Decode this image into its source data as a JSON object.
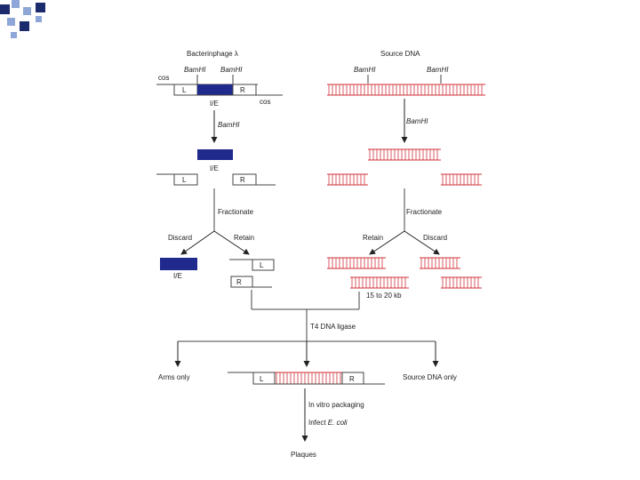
{
  "colors": {
    "vector_blue": "#1f2a8c",
    "dna_red": "#d0303a",
    "line": "#444444",
    "arrow": "#222222",
    "deco_navy": "#1c2a6e",
    "deco_lightblue": "#8fa6d8"
  },
  "labels": {
    "lambda_title": "Bacterinphage λ",
    "source_title": "Source DNA",
    "bamhi_left_1": "BamHI",
    "bamhi_left_2": "BamHI",
    "bamhi_src_1": "BamHI",
    "bamhi_src_2": "BamHI",
    "cos_left": "cos",
    "cos_right": "cos",
    "arm_L_1": "L",
    "arm_R_1": "R",
    "ie_1": "I/E",
    "digest": "BamHI",
    "ie_2": "I/E",
    "arm_L_2": "L",
    "arm_R_2": "R",
    "fractionate_left": "Fractionate",
    "fractionate_right": "Fractionate",
    "discard_left": "Discard",
    "retain_left": "Retain",
    "retain_right": "Retain",
    "discard_right": "Discard",
    "ie_3": "I/E",
    "arm_L_3": "L",
    "arm_R_3": "R",
    "size": "15 to 20 kb",
    "ligase": "T4 DNA ligase",
    "arms_only": "Arms only",
    "source_only": "Source DNA only",
    "arm_L_4": "L",
    "arm_R_4": "R",
    "packaging": "In vitro packaging",
    "infect_prefix": "Infect ",
    "infect_species": "E. coli",
    "plaques": "Plaques"
  }
}
